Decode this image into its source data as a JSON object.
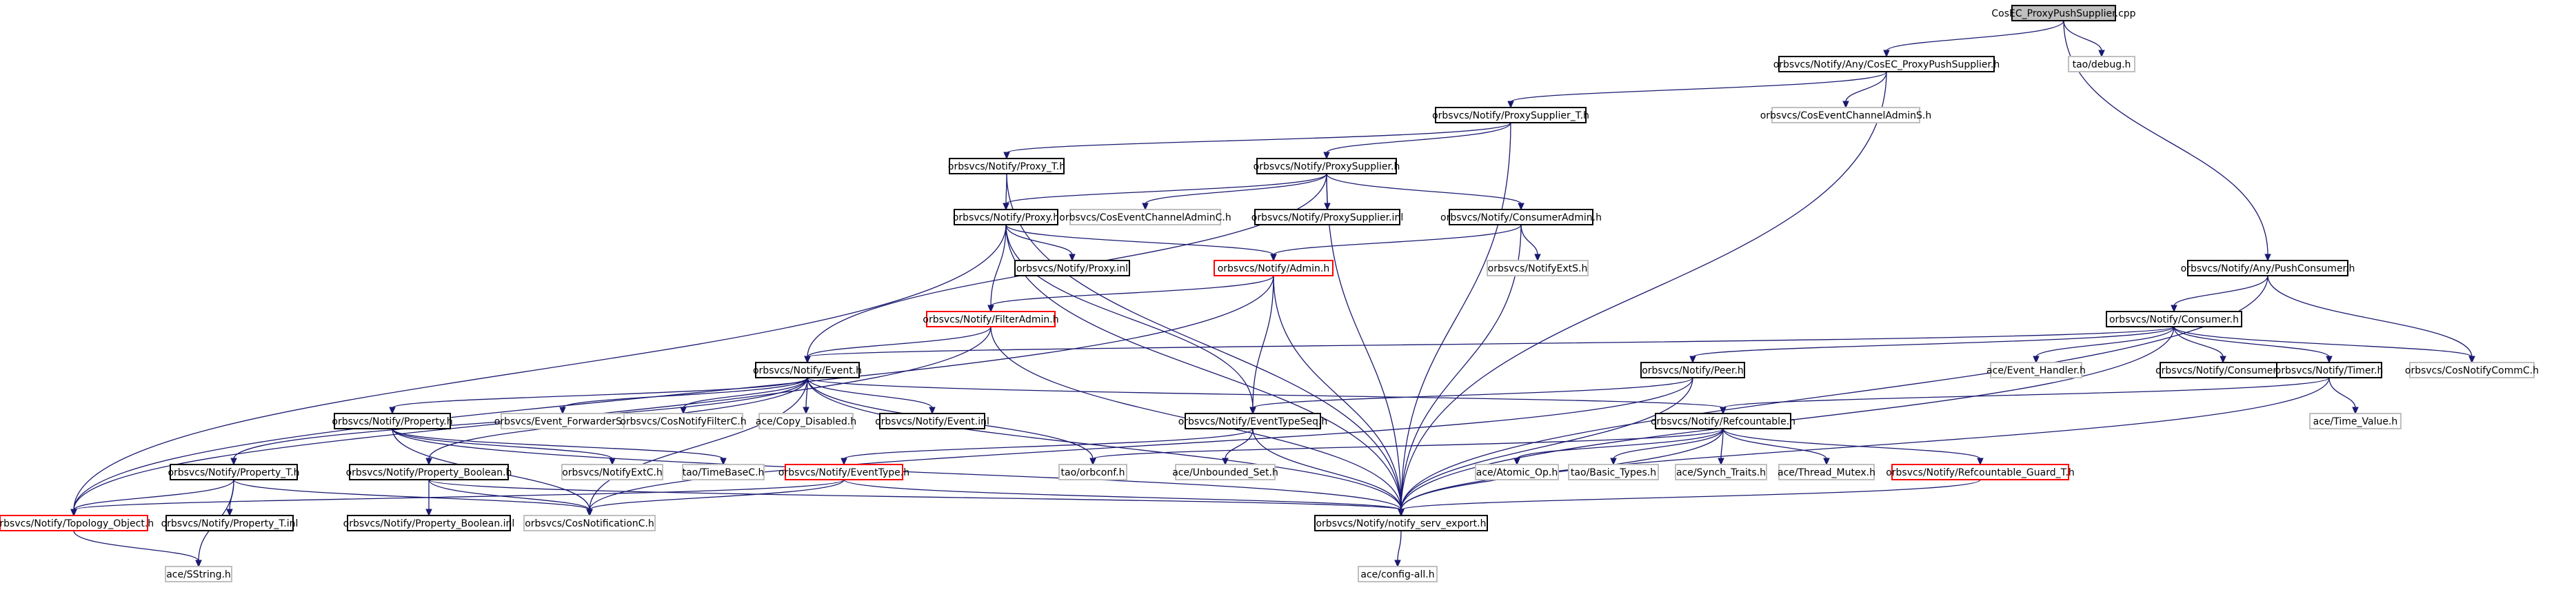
{
  "graph": {
    "nodes": [
      {
        "id": "root",
        "label": "CosEC_ProxyPushSupplier.cpp",
        "style": "root"
      },
      {
        "id": "n_any_cosec",
        "label": "orbsvcs/Notify/Any/CosEC_ProxyPushSupplier.h",
        "style": "normal"
      },
      {
        "id": "n_tao_debug",
        "label": "tao/debug.h",
        "style": "gray"
      },
      {
        "id": "n_proxysupplier_t",
        "label": "orbsvcs/Notify/ProxySupplier_T.h",
        "style": "normal"
      },
      {
        "id": "n_cosevent_admin_s",
        "label": "orbsvcs/CosEventChannelAdminS.h",
        "style": "gray"
      },
      {
        "id": "n_proxy_t",
        "label": "orbsvcs/Notify/Proxy_T.h",
        "style": "normal"
      },
      {
        "id": "n_proxysupplier",
        "label": "orbsvcs/Notify/ProxySupplier.h",
        "style": "normal"
      },
      {
        "id": "n_proxy",
        "label": "orbsvcs/Notify/Proxy.h",
        "style": "normal"
      },
      {
        "id": "n_cosevent_admin_c",
        "label": "orbsvcs/CosEventChannelAdminC.h",
        "style": "gray"
      },
      {
        "id": "n_proxysupplier_inl",
        "label": "orbsvcs/Notify/ProxySupplier.inl",
        "style": "normal"
      },
      {
        "id": "n_consumeradmin",
        "label": "orbsvcs/Notify/ConsumerAdmin.h",
        "style": "normal"
      },
      {
        "id": "n_proxy_inl",
        "label": "orbsvcs/Notify/Proxy.inl",
        "style": "normal"
      },
      {
        "id": "n_admin",
        "label": "orbsvcs/Notify/Admin.h",
        "style": "red"
      },
      {
        "id": "n_notifyexts",
        "label": "orbsvcs/NotifyExtS.h",
        "style": "gray"
      },
      {
        "id": "n_pushconsumer",
        "label": "orbsvcs/Notify/Any/PushConsumer.h",
        "style": "normal"
      },
      {
        "id": "n_filteradmin",
        "label": "orbsvcs/Notify/FilterAdmin.h",
        "style": "red"
      },
      {
        "id": "n_consumer",
        "label": "orbsvcs/Notify/Consumer.h",
        "style": "normal"
      },
      {
        "id": "n_event",
        "label": "orbsvcs/Notify/Event.h",
        "style": "normal"
      },
      {
        "id": "n_peer",
        "label": "orbsvcs/Notify/Peer.h",
        "style": "normal"
      },
      {
        "id": "n_event_handler",
        "label": "ace/Event_Handler.h",
        "style": "gray"
      },
      {
        "id": "n_consumer_inl",
        "label": "orbsvcs/Notify/Consumer.inl",
        "style": "normal"
      },
      {
        "id": "n_timer",
        "label": "orbsvcs/Notify/Timer.h",
        "style": "normal"
      },
      {
        "id": "n_cosnotifycommc",
        "label": "orbsvcs/CosNotifyCommC.h",
        "style": "gray"
      },
      {
        "id": "n_property",
        "label": "orbsvcs/Notify/Property.h",
        "style": "normal"
      },
      {
        "id": "n_event_forwarders",
        "label": "orbsvcs/Event_ForwarderS.h",
        "style": "gray"
      },
      {
        "id": "n_cosnotifyfilterc",
        "label": "orbsvcs/CosNotifyFilterC.h",
        "style": "gray"
      },
      {
        "id": "n_copy_disabled",
        "label": "ace/Copy_Disabled.h",
        "style": "gray"
      },
      {
        "id": "n_event_inl",
        "label": "orbsvcs/Notify/Event.inl",
        "style": "normal"
      },
      {
        "id": "n_eventtypeseq",
        "label": "orbsvcs/Notify/EventTypeSeq.h",
        "style": "normal"
      },
      {
        "id": "n_refcountable",
        "label": "orbsvcs/Notify/Refcountable.h",
        "style": "normal"
      },
      {
        "id": "n_time_value",
        "label": "ace/Time_Value.h",
        "style": "gray"
      },
      {
        "id": "n_property_t",
        "label": "orbsvcs/Notify/Property_T.h",
        "style": "normal"
      },
      {
        "id": "n_property_boolean",
        "label": "orbsvcs/Notify/Property_Boolean.h",
        "style": "normal"
      },
      {
        "id": "n_notifyextc",
        "label": "orbsvcs/NotifyExtC.h",
        "style": "gray"
      },
      {
        "id": "n_timebasec",
        "label": "tao/TimeBaseC.h",
        "style": "gray"
      },
      {
        "id": "n_eventtype",
        "label": "orbsvcs/Notify/EventType.h",
        "style": "red"
      },
      {
        "id": "n_orbconf",
        "label": "tao/orbconf.h",
        "style": "gray"
      },
      {
        "id": "n_unbounded_set",
        "label": "ace/Unbounded_Set.h",
        "style": "gray"
      },
      {
        "id": "n_atomic_op",
        "label": "ace/Atomic_Op.h",
        "style": "gray"
      },
      {
        "id": "n_basic_types",
        "label": "tao/Basic_Types.h",
        "style": "gray"
      },
      {
        "id": "n_synch_traits",
        "label": "ace/Synch_Traits.h",
        "style": "gray"
      },
      {
        "id": "n_thread_mutex",
        "label": "ace/Thread_Mutex.h",
        "style": "gray"
      },
      {
        "id": "n_refcountable_guard",
        "label": "orbsvcs/Notify/Refcountable_Guard_T.h",
        "style": "red"
      },
      {
        "id": "n_topology_object",
        "label": "orbsvcs/Notify/Topology_Object.h",
        "style": "red"
      },
      {
        "id": "n_property_t_inl",
        "label": "orbsvcs/Notify/Property_T.inl",
        "style": "normal"
      },
      {
        "id": "n_property_boolean_inl",
        "label": "orbsvcs/Notify/Property_Boolean.inl",
        "style": "normal"
      },
      {
        "id": "n_cosnotificationc",
        "label": "orbsvcs/CosNotificationC.h",
        "style": "gray"
      },
      {
        "id": "n_notify_serv_export",
        "label": "orbsvcs/Notify/notify_serv_export.h",
        "style": "normal"
      },
      {
        "id": "n_sstring",
        "label": "ace/SString.h",
        "style": "gray"
      },
      {
        "id": "n_config_all",
        "label": "ace/config-all.h",
        "style": "gray"
      }
    ],
    "edges": [
      [
        "root",
        "n_any_cosec"
      ],
      [
        "root",
        "n_tao_debug"
      ],
      [
        "root",
        "n_pushconsumer"
      ],
      [
        "n_any_cosec",
        "n_proxysupplier_t"
      ],
      [
        "n_any_cosec",
        "n_cosevent_admin_s"
      ],
      [
        "n_any_cosec",
        "n_notify_serv_export"
      ],
      [
        "n_proxysupplier_t",
        "n_proxy_t"
      ],
      [
        "n_proxysupplier_t",
        "n_proxysupplier"
      ],
      [
        "n_proxysupplier_t",
        "n_notify_serv_export"
      ],
      [
        "n_proxy_t",
        "n_proxy"
      ],
      [
        "n_proxy_t",
        "n_notify_serv_export"
      ],
      [
        "n_proxysupplier",
        "n_proxy"
      ],
      [
        "n_proxysupplier",
        "n_cosevent_admin_c"
      ],
      [
        "n_proxysupplier",
        "n_proxysupplier_inl"
      ],
      [
        "n_proxysupplier",
        "n_consumeradmin"
      ],
      [
        "n_proxysupplier",
        "n_event"
      ],
      [
        "n_proxysupplier",
        "n_notify_serv_export"
      ],
      [
        "n_proxy",
        "n_proxy_inl"
      ],
      [
        "n_proxy",
        "n_admin"
      ],
      [
        "n_proxy",
        "n_filteradmin"
      ],
      [
        "n_proxy",
        "n_eventtypeseq"
      ],
      [
        "n_proxy",
        "n_topology_object"
      ],
      [
        "n_proxy",
        "n_notify_serv_export"
      ],
      [
        "n_consumeradmin",
        "n_admin"
      ],
      [
        "n_consumeradmin",
        "n_notifyexts"
      ],
      [
        "n_consumeradmin",
        "n_notify_serv_export"
      ],
      [
        "n_admin",
        "n_filteradmin"
      ],
      [
        "n_admin",
        "n_eventtypeseq"
      ],
      [
        "n_admin",
        "n_topology_object"
      ],
      [
        "n_admin",
        "n_notify_serv_export"
      ],
      [
        "n_filteradmin",
        "n_event"
      ],
      [
        "n_filteradmin",
        "n_topology_object"
      ],
      [
        "n_filteradmin",
        "n_notify_serv_export"
      ],
      [
        "n_pushconsumer",
        "n_consumer"
      ],
      [
        "n_pushconsumer",
        "n_cosnotifycommc"
      ],
      [
        "n_pushconsumer",
        "n_notify_serv_export"
      ],
      [
        "n_consumer",
        "n_peer"
      ],
      [
        "n_consumer",
        "n_event_handler"
      ],
      [
        "n_consumer",
        "n_consumer_inl"
      ],
      [
        "n_consumer",
        "n_timer"
      ],
      [
        "n_consumer",
        "n_cosnotifycommc"
      ],
      [
        "n_consumer",
        "n_event"
      ],
      [
        "n_consumer",
        "n_notify_serv_export"
      ],
      [
        "n_event",
        "n_property"
      ],
      [
        "n_event",
        "n_event_forwarders"
      ],
      [
        "n_event",
        "n_cosnotifyfilterc"
      ],
      [
        "n_event",
        "n_copy_disabled"
      ],
      [
        "n_event",
        "n_event_inl"
      ],
      [
        "n_event",
        "n_refcountable"
      ],
      [
        "n_event",
        "n_property_t"
      ],
      [
        "n_event",
        "n_property_boolean"
      ],
      [
        "n_event",
        "n_cosnotificationc"
      ],
      [
        "n_event",
        "n_notify_serv_export"
      ],
      [
        "n_event",
        "n_orbconf"
      ],
      [
        "n_peer",
        "n_eventtypeseq"
      ],
      [
        "n_peer",
        "n_cosnotificationc"
      ],
      [
        "n_peer",
        "n_notify_serv_export"
      ],
      [
        "n_timer",
        "n_refcountable"
      ],
      [
        "n_timer",
        "n_time_value"
      ],
      [
        "n_timer",
        "n_notify_serv_export"
      ],
      [
        "n_property",
        "n_notifyextc"
      ],
      [
        "n_property",
        "n_timebasec"
      ],
      [
        "n_property",
        "n_cosnotificationc"
      ],
      [
        "n_property",
        "n_notify_serv_export"
      ],
      [
        "n_eventtypeseq",
        "n_eventtype"
      ],
      [
        "n_eventtypeseq",
        "n_unbounded_set"
      ],
      [
        "n_eventtypeseq",
        "n_notify_serv_export"
      ],
      [
        "n_refcountable",
        "n_orbconf"
      ],
      [
        "n_refcountable",
        "n_atomic_op"
      ],
      [
        "n_refcountable",
        "n_basic_types"
      ],
      [
        "n_refcountable",
        "n_synch_traits"
      ],
      [
        "n_refcountable",
        "n_thread_mutex"
      ],
      [
        "n_refcountable",
        "n_refcountable_guard"
      ],
      [
        "n_refcountable",
        "n_notify_serv_export"
      ],
      [
        "n_refcountable_guard",
        "n_notify_serv_export"
      ],
      [
        "n_property_t",
        "n_topology_object"
      ],
      [
        "n_property_t",
        "n_property_t_inl"
      ],
      [
        "n_property_t",
        "n_sstring"
      ],
      [
        "n_property_t",
        "n_cosnotificationc"
      ],
      [
        "n_property_boolean",
        "n_property_boolean_inl"
      ],
      [
        "n_property_boolean",
        "n_cosnotificationc"
      ],
      [
        "n_property_boolean",
        "n_notify_serv_export"
      ],
      [
        "n_eventtype",
        "n_topology_object"
      ],
      [
        "n_eventtype",
        "n_cosnotificationc"
      ],
      [
        "n_eventtype",
        "n_notify_serv_export"
      ],
      [
        "n_topology_object",
        "n_sstring"
      ],
      [
        "n_notify_serv_export",
        "n_config_all"
      ]
    ]
  }
}
